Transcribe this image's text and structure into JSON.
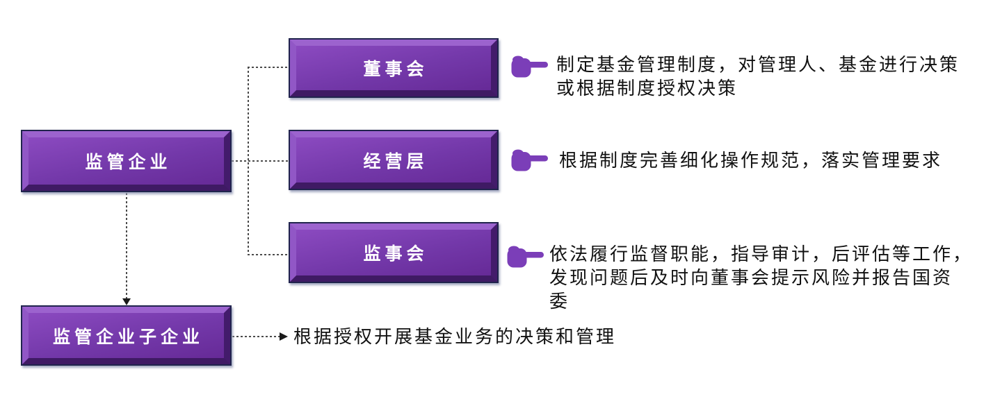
{
  "palette": {
    "box_face": "#7338a9",
    "box_face_light": "#8b4ac0",
    "box_face_dark": "#662a97",
    "bevel_top": "#9c63ce",
    "bevel_left": "#9157c6",
    "bevel_right": "#431b6b",
    "bevel_bottom": "#3f1a64",
    "box_border": "#20244d",
    "box_text": "#ffffff",
    "hand": "#7b3eb8",
    "connector": "#4a4a4a",
    "arrow": "#1a1a1a",
    "text": "#111111"
  },
  "nodes": {
    "parent": {
      "label": "监管企业"
    },
    "subsidiary": {
      "label": "监管企业子企业"
    },
    "board": {
      "label": "董事会"
    },
    "management": {
      "label": "经营层"
    },
    "supervisory": {
      "label": "监事会"
    }
  },
  "annotations": {
    "board": {
      "icon": "pointing-hand-icon",
      "lines": [
        "制定基金管理制度，对管理人、基金进行决策",
        "或根据制度授权决策"
      ]
    },
    "management": {
      "icon": "pointing-hand-icon",
      "lines": [
        "根据制度完善细化操作规范，落实管理要求"
      ]
    },
    "supervisory": {
      "icon": "pointing-hand-icon",
      "lines": [
        "依法履行监督职能，指导审计，后评估等工作，",
        "发现问题后及时向董事会提示风险并报告国资",
        "委"
      ]
    },
    "subsidiary": {
      "lines": [
        "根据授权开展基金业务的决策和管理"
      ]
    }
  }
}
